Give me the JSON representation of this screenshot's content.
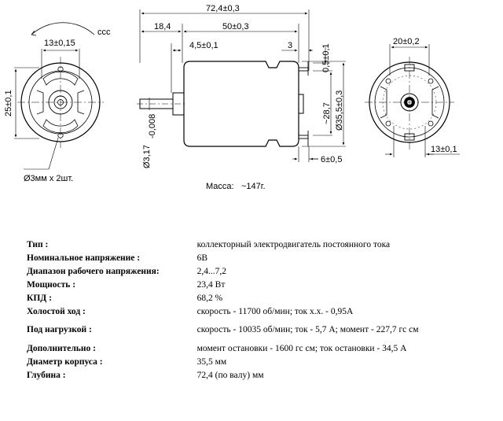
{
  "drawing": {
    "left_view": {
      "width_dim": "13±0,15",
      "height_dim": "25±0,1",
      "hole_note": "Ø3мм x 2шт.",
      "rotation_mark": "ccc"
    },
    "side_view": {
      "overall_length": "72,4±0,3",
      "shaft_extension": "18,4",
      "body_length": "50±0,3",
      "boss_length": "4,5±0,1",
      "terminal_offset": "3",
      "terminal_thickness": "0,5±0,1",
      "shaft_diameter": "Ø3,17",
      "shaft_tolerance": "-0,008",
      "flat_dim": "~28,7",
      "body_diameter": "Ø35,5±0,3",
      "terminal_length": "6±0,5",
      "mass_label": "Масса:",
      "mass_value": "~147г."
    },
    "right_view": {
      "top_dim": "20±0,2",
      "bottom_dim": "13±0,1"
    }
  },
  "specs": [
    {
      "label": "Тип :",
      "value": "коллекторный электродвигатель постоянного тока"
    },
    {
      "label": "Номинальное напряжение :",
      "value": "6В"
    },
    {
      "label": "Диапазон рабочего напряжения:",
      "value": "2,4...7,2"
    },
    {
      "label": "Мощность :",
      "value": "23,4 Вт"
    },
    {
      "label": "КПД :",
      "value": "68,2 %"
    },
    {
      "label": "Холостой ход :",
      "value": "скорость - 11700 об/мин; ток х.х. - 0,95А"
    },
    {
      "label": "Под нагрузкой :",
      "value": "скорость - 10035 об/мин; ток - 5,7 А; момент - 227,7 гс см"
    },
    {
      "label": "Дополнительно :",
      "value": "момент остановки - 1600 гс см; ток остановки - 34,5 А"
    },
    {
      "label": "Диаметр корпуса :",
      "value": "35,5 мм"
    },
    {
      "label": "Глубина :",
      "value": "72,4 (по валу) мм"
    }
  ]
}
